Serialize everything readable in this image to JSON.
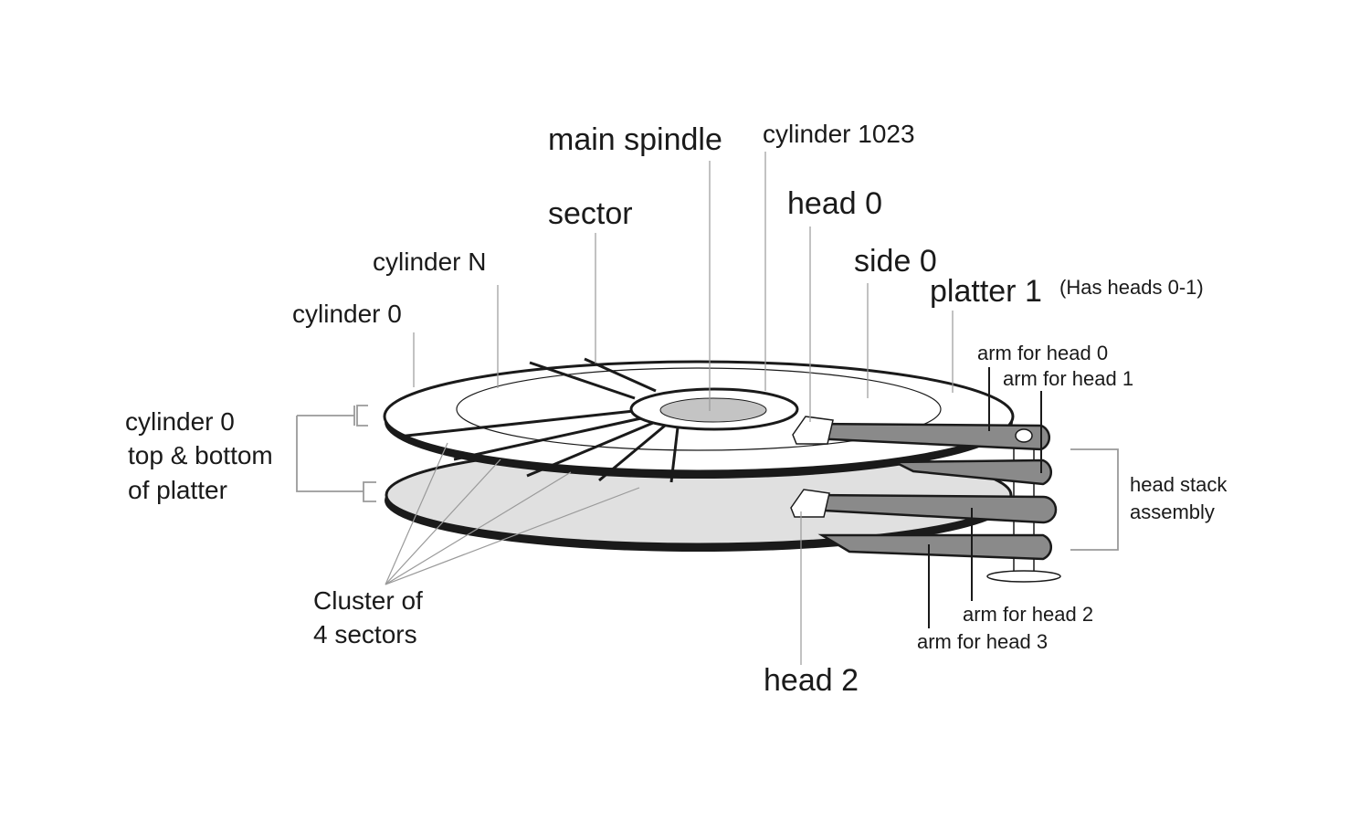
{
  "labels": {
    "main_spindle": "main spindle",
    "cylinder_1023": "cylinder 1023",
    "sector": "sector",
    "head_0": "head 0",
    "cylinder_n": "cylinder N",
    "side_0": "side 0",
    "platter_1": "platter 1",
    "platter_1_note": "(Has heads 0-1)",
    "cylinder_0": "cylinder 0",
    "arm_head_0": "arm for head 0",
    "arm_head_1": "arm for head 1",
    "cyl0_tb_line1": "cylinder 0",
    "cyl0_tb_line2": "top & bottom",
    "cyl0_tb_line3": "of platter",
    "head_stack_line1": "head stack",
    "head_stack_line2": "assembly",
    "cluster_line1": "Cluster of",
    "cluster_line2": "4 sectors",
    "arm_head_2": "arm for head 2",
    "arm_head_3": "arm for head 3",
    "head_2": "head 2"
  },
  "colors": {
    "ink": "#1a1a1a",
    "platter_lower_fill": "#e0e0e0",
    "spindle_hub": "#c4c4c4",
    "arm_fill": "#8a8a8a",
    "leader_gray": "#9a9a9a"
  }
}
